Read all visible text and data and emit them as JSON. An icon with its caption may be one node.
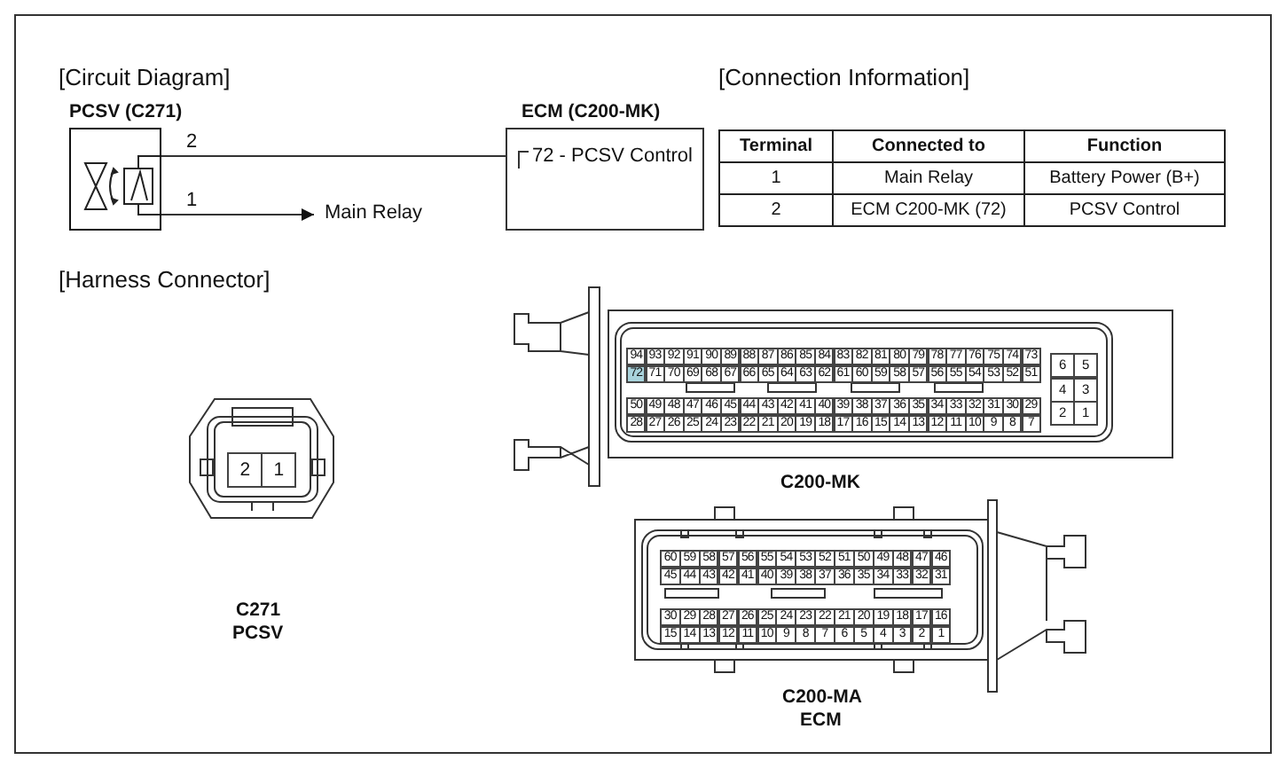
{
  "diagram": {
    "nodes": [
      {
        "text": [
          "PCSV (C271)"
        ]
      },
      {
        "text": [
          "ECM (C200-MK)",
          "72 - PCSV Control"
        ]
      },
      {
        "text": [
          "Main Relay"
        ]
      }
    ],
    "edges": [
      {
        "from": 0,
        "to": 1,
        "arrow": "none",
        "label": "2"
      },
      {
        "from": 0,
        "to": 2,
        "arrow": "to",
        "label": "1"
      }
    ],
    "labels": [
      "[Circuit Diagram]",
      "[Connection Information]",
      "Terminal",
      "Connected to",
      "Function",
      "1",
      "Main Relay",
      "Battery Power (B+)",
      "2",
      "ECM C200-MK (72)",
      "PCSV Control",
      "[Harness Connector]",
      "94",
      "93",
      "92",
      "91",
      "90",
      "89",
      "88",
      "87",
      "86",
      "85",
      "84",
      "83",
      "82",
      "81",
      "80",
      "79",
      "78",
      "77",
      "76",
      "75",
      "74",
      "73",
      "72",
      "71",
      "70",
      "69",
      "68",
      "67",
      "66",
      "65",
      "64",
      "63",
      "62",
      "61",
      "60",
      "59",
      "58",
      "57",
      "56",
      "55",
      "54",
      "53",
      "52",
      "51",
      "50",
      "49",
      "48",
      "47",
      "46",
      "45",
      "44",
      "43",
      "42",
      "41",
      "40",
      "39",
      "38",
      "37",
      "36",
      "35",
      "34",
      "33",
      "32",
      "31",
      "30",
      "29",
      "28",
      "27",
      "26",
      "25",
      "24",
      "23",
      "22",
      "21",
      "20",
      "19",
      "18",
      "17",
      "16",
      "15",
      "14",
      "13",
      "12",
      "11",
      "10",
      "9",
      "8",
      "7",
      "6",
      "5",
      "4",
      "3",
      "2",
      "1",
      "C200-MK",
      "2",
      "1",
      "C271",
      "PCSV",
      "60",
      "59",
      "58",
      "57",
      "56",
      "55",
      "54",
      "53",
      "52",
      "51",
      "50",
      "49",
      "48",
      "47",
      "46",
      "45",
      "44",
      "43",
      "42",
      "41",
      "40",
      "39",
      "38",
      "37",
      "36",
      "35",
      "34",
      "33",
      "32",
      "31",
      "30",
      "29",
      "28",
      "27",
      "26",
      "25",
      "24",
      "23",
      "22",
      "21",
      "20",
      "19",
      "18",
      "17",
      "16",
      "15",
      "14",
      "13",
      "12",
      "11",
      "10",
      "9",
      "8",
      "7",
      "6",
      "5",
      "4",
      "3",
      "2",
      "1",
      "C200-MA",
      "ECM"
    ]
  }
}
